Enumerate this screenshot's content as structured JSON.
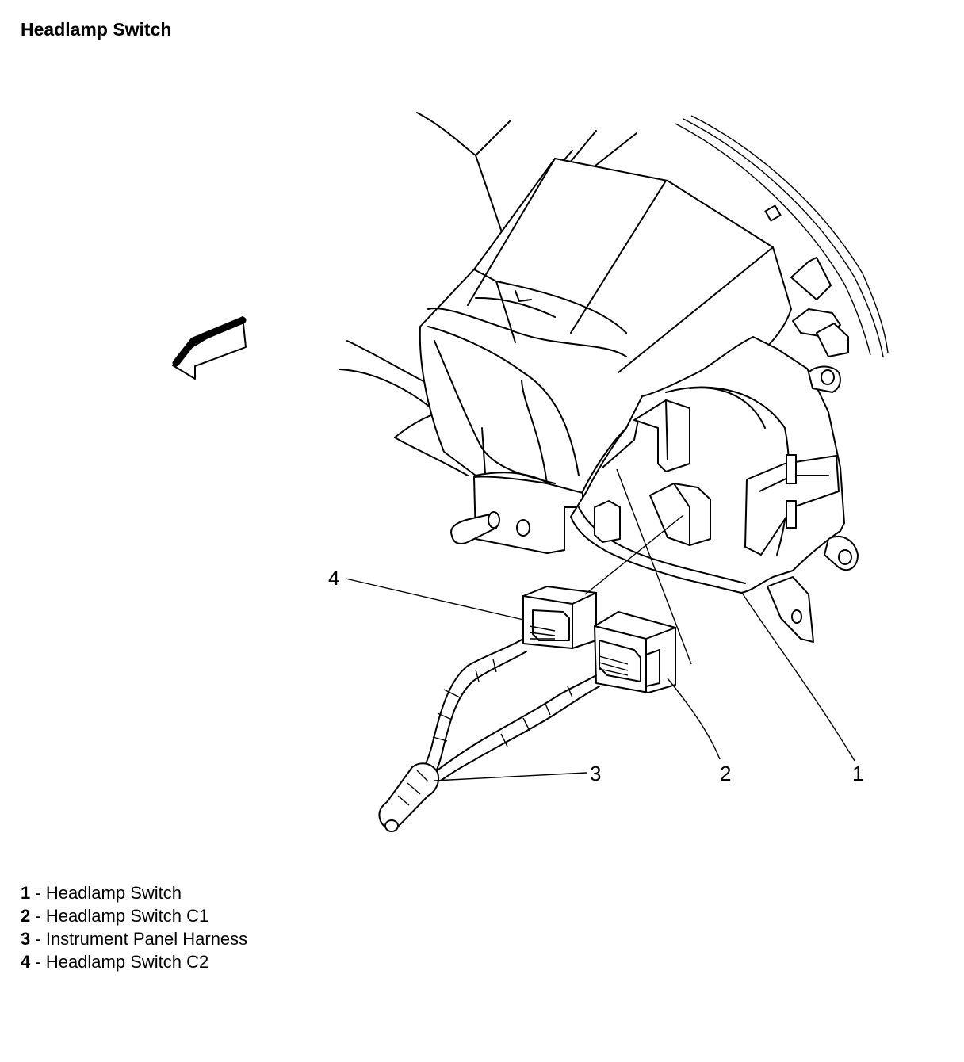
{
  "title": "Headlamp Switch",
  "callouts": [
    {
      "id": "1",
      "label": "1"
    },
    {
      "id": "2",
      "label": "2"
    },
    {
      "id": "3",
      "label": "3"
    },
    {
      "id": "4",
      "label": "4"
    }
  ],
  "legend": [
    {
      "number": "1",
      "separator": "-",
      "text": "Headlamp Switch"
    },
    {
      "number": "2",
      "separator": "-",
      "text": "Headlamp Switch C1"
    },
    {
      "number": "3",
      "separator": "-",
      "text": "Instrument Panel Harness"
    },
    {
      "number": "4",
      "separator": "-",
      "text": "Headlamp Switch C2"
    }
  ]
}
